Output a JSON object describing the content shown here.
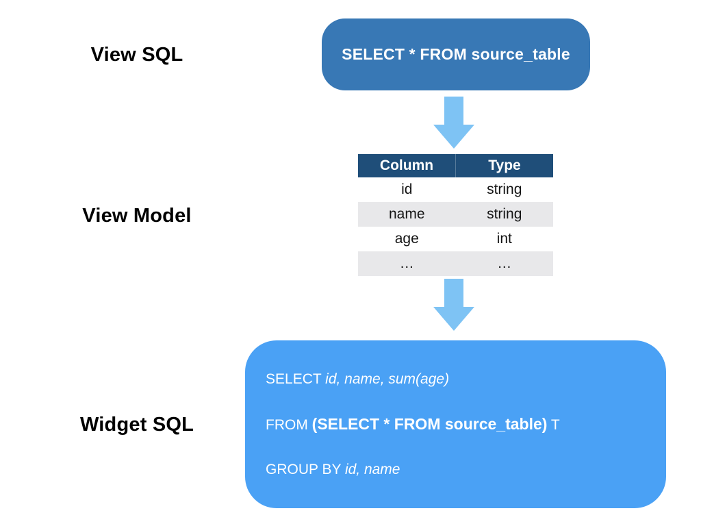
{
  "labels": {
    "view_sql": "View SQL",
    "view_model": "View Model",
    "widget_sql": "Widget SQL"
  },
  "view_sql_box": {
    "text": "SELECT * FROM source_table",
    "bg_color": "#3878B5",
    "text_color": "#FFFFFF"
  },
  "view_model_table": {
    "headers": [
      "Column",
      "Type"
    ],
    "rows": [
      [
        "id",
        "string"
      ],
      [
        "name",
        "string"
      ],
      [
        "age",
        "int"
      ],
      [
        "…",
        "…"
      ]
    ],
    "header_bg_color": "#1F4E79",
    "alt_row_bg_color": "#E8E8EA"
  },
  "widget_sql_box": {
    "bg_color": "#4AA1F5",
    "text_color": "#FFFFFF",
    "lines": [
      {
        "segments": [
          {
            "text": "SELECT ",
            "style": "regular"
          },
          {
            "text": "id, name, sum(age)",
            "style": "italic"
          }
        ]
      },
      {
        "segments": [
          {
            "text": "FROM ",
            "style": "regular"
          },
          {
            "text": "(SELECT * FROM source_table)",
            "style": "bold"
          },
          {
            "text": " T",
            "style": "regular"
          }
        ]
      },
      {
        "segments": [
          {
            "text": "GROUP BY ",
            "style": "regular"
          },
          {
            "text": "id, name",
            "style": "italic"
          }
        ]
      }
    ]
  },
  "arrow": {
    "color": "#7EC3F4"
  }
}
